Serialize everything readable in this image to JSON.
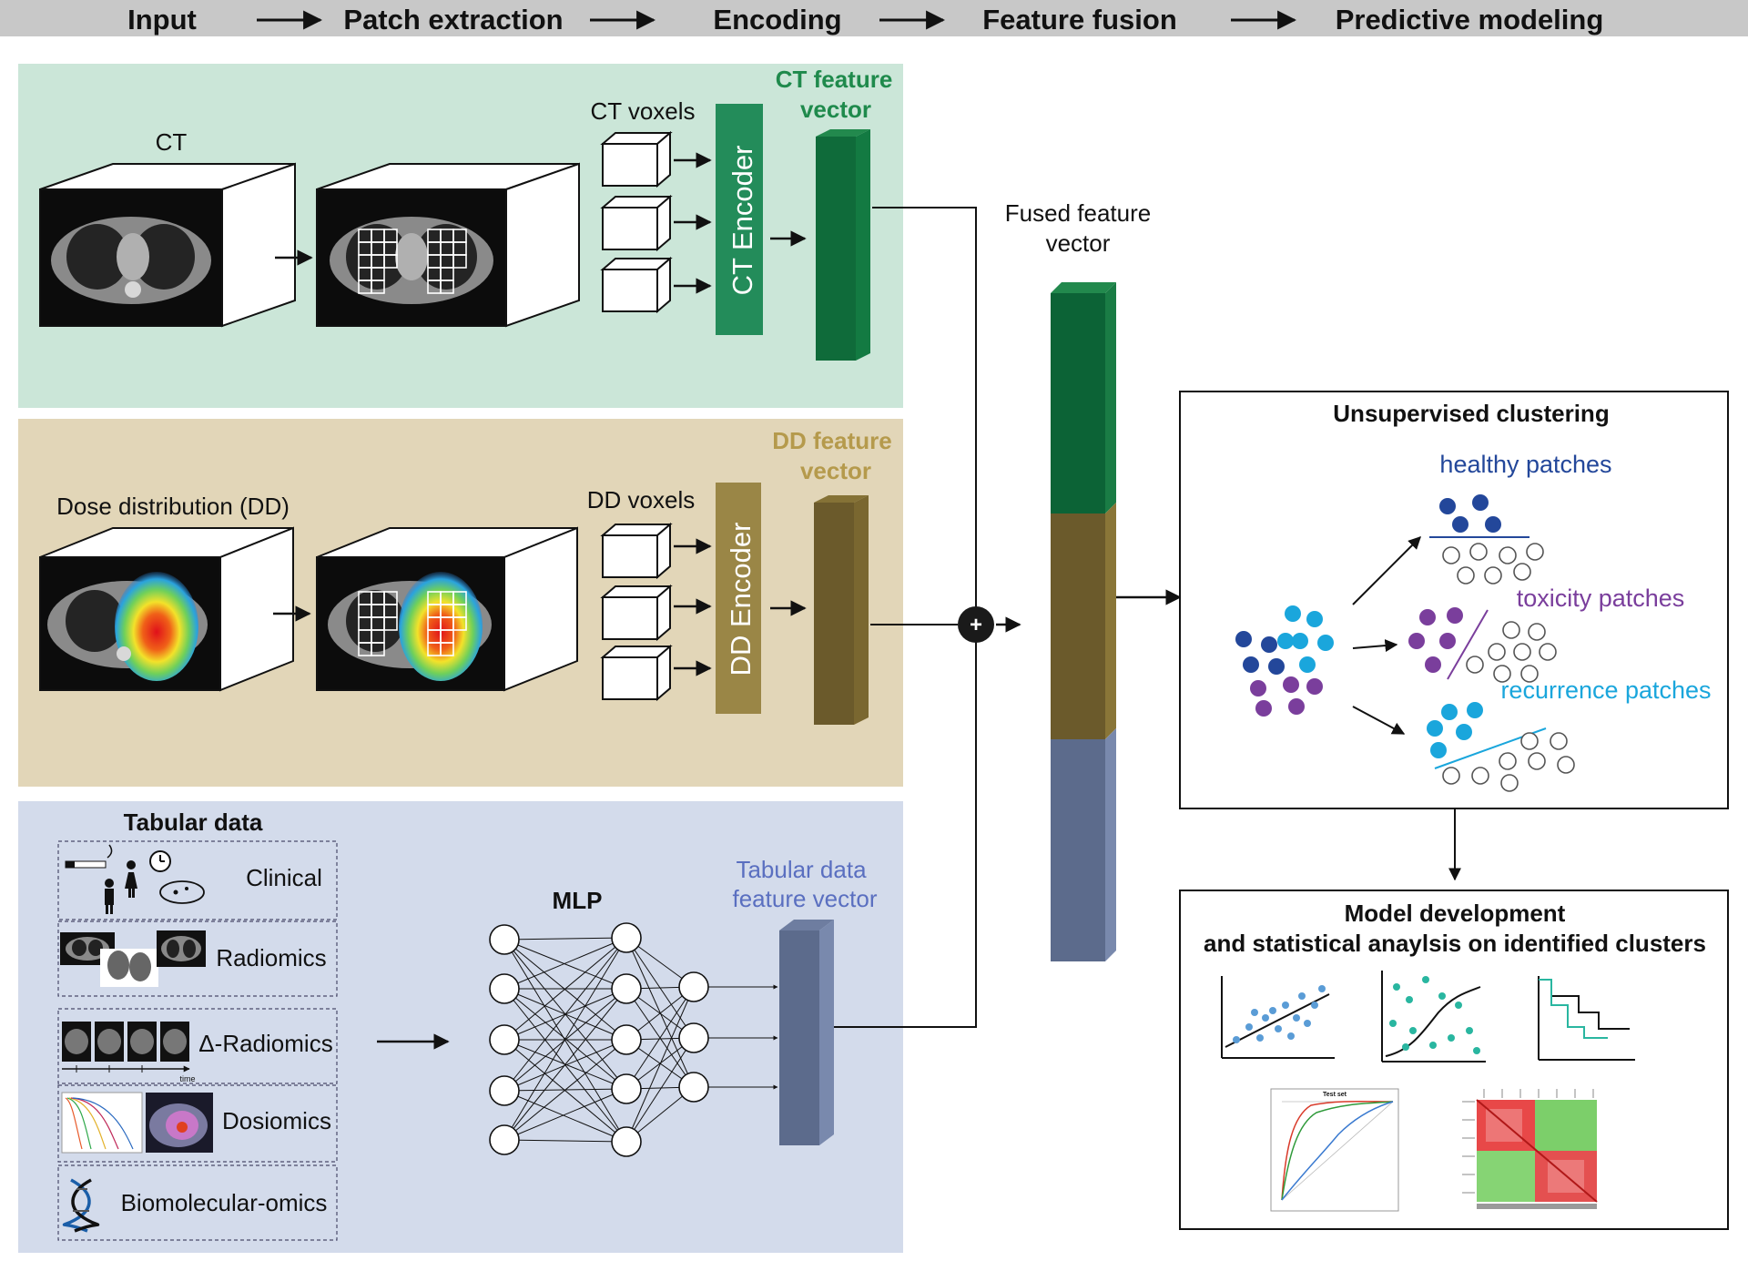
{
  "header": {
    "steps": [
      "Input",
      "Patch extraction",
      "Encoding",
      "Feature fusion",
      "Predictive modeling"
    ]
  },
  "ct_panel": {
    "image_label": "CT",
    "voxels_label": "CT voxels",
    "encoder_label": "CT Encoder",
    "feature_vector_line1": "CT feature",
    "feature_vector_line2": "vector",
    "color_panel": "#cbe6d8",
    "color_encoder": "#238c5a",
    "color_vector": "#0f6b3a",
    "color_title": "#1f8a4c"
  },
  "dd_panel": {
    "image_label": "Dose distribution (DD)",
    "voxels_label": "DD voxels",
    "encoder_label": "DD Encoder",
    "feature_vector_line1": "DD feature",
    "feature_vector_line2": "vector",
    "color_panel": "#e2d6b8",
    "color_encoder": "#9a8646",
    "color_vector": "#6b5a2b",
    "color_title": "#b59a4c"
  },
  "tabular_panel": {
    "title": "Tabular data",
    "rows": [
      "Clinical",
      "Radiomics",
      "Δ-Radiomics",
      "Dosiomics",
      "Biomolecular-omics"
    ],
    "time_label": "time",
    "mlp_label": "MLP",
    "feature_vector_line1": "Tabular data",
    "feature_vector_line2": "feature vector",
    "color_panel": "#d3dbeb",
    "color_vector": "#5c6b8c",
    "color_title": "#5a6fc0"
  },
  "fusion": {
    "label_line1": "Fused feature",
    "label_line2": "vector",
    "plus_symbol": "+"
  },
  "clustering_box": {
    "title": "Unsupervised clustering",
    "healthy_label": "healthy patches",
    "toxicity_label": "toxicity patches",
    "recurrence_label": "recurrence patches",
    "color_healthy": "#23479a",
    "color_toxicity": "#7a3e9c",
    "color_recurrence": "#1aa6dc"
  },
  "model_box": {
    "title_line1": "Model development",
    "title_line2": "and statistical anaylsis on identified clusters",
    "roc_title": "Test set"
  }
}
